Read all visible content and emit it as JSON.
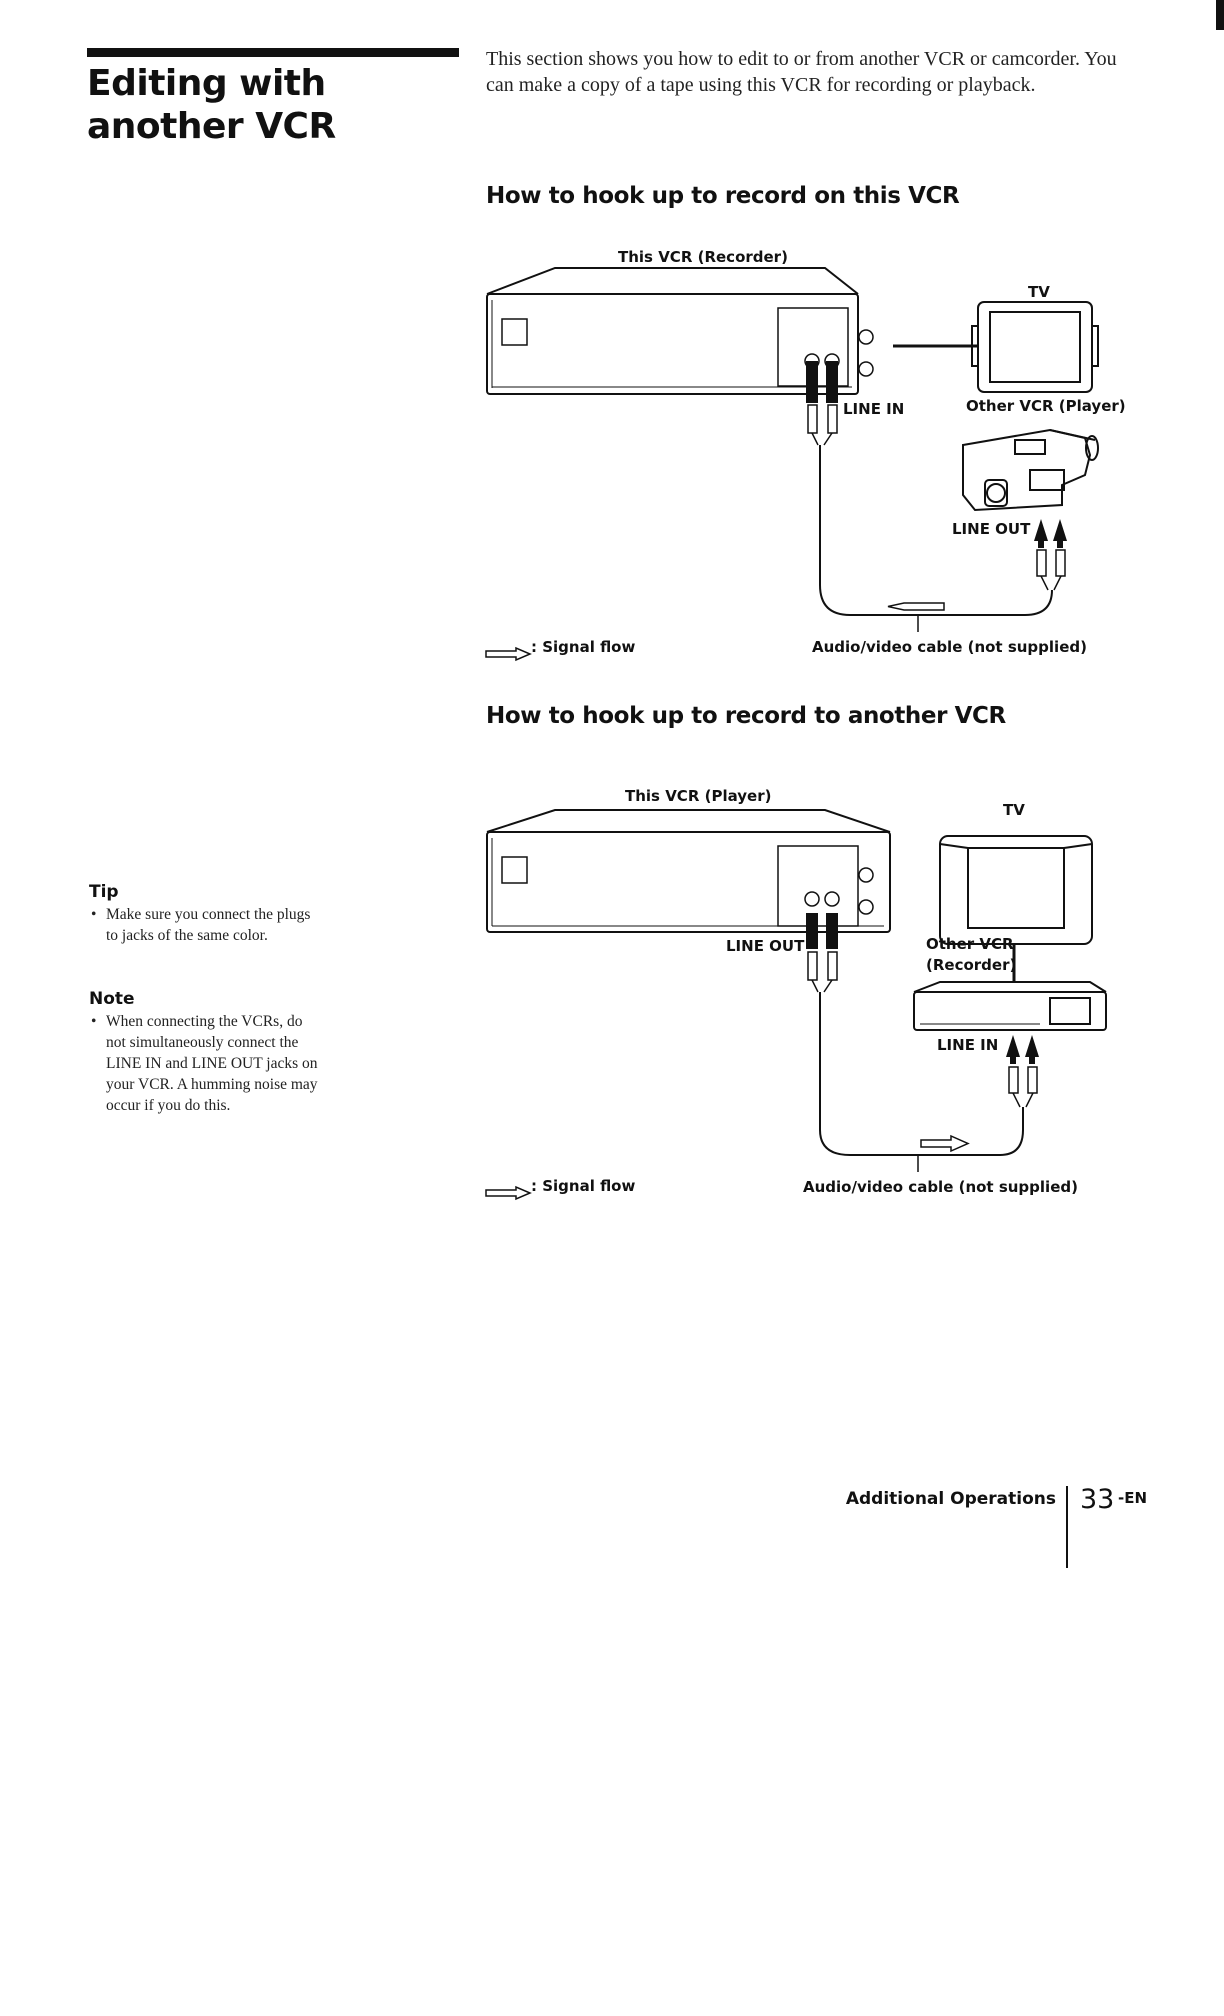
{
  "page": {
    "title": "Editing with another VCR",
    "intro": "This section shows you how to edit to or from another VCR or camcorder. You can make a copy of a tape using this VCR for recording or playback."
  },
  "section1": {
    "heading": "How to hook up to record on this VCR",
    "diagram": {
      "this_vcr_label": "This VCR (Recorder)",
      "tv_label": "TV",
      "jack_label": "LINE IN",
      "other_label": "Other VCR (Player)",
      "other_jack_label": "LINE OUT",
      "legend_label": ": Signal flow",
      "cable_label": "Audio/video cable (not supplied)",
      "other_device_icon": "camcorder-icon"
    }
  },
  "section2": {
    "heading": "How to hook up to record to another VCR",
    "diagram": {
      "this_vcr_label": "This VCR (Player)",
      "tv_label": "TV",
      "jack_label": "LINE OUT",
      "other_label_line1": "Other VCR",
      "other_label_line2": "(Recorder)",
      "other_jack_label": "LINE IN",
      "legend_label": ": Signal flow",
      "cable_label": "Audio/video cable (not supplied)",
      "other_device_icon": "vcr-icon"
    }
  },
  "sidebar": {
    "tip_heading": "Tip",
    "tip_items": [
      "Make sure you connect the plugs to jacks of the same color."
    ],
    "note_heading": "Note",
    "note_items": [
      "When connecting the VCRs, do not simultaneously connect the LINE IN and LINE OUT jacks on your VCR. A humming noise may occur if you do this."
    ]
  },
  "footer": {
    "section_label": "Additional Operations",
    "page_number": "33",
    "page_suffix": "-EN"
  }
}
